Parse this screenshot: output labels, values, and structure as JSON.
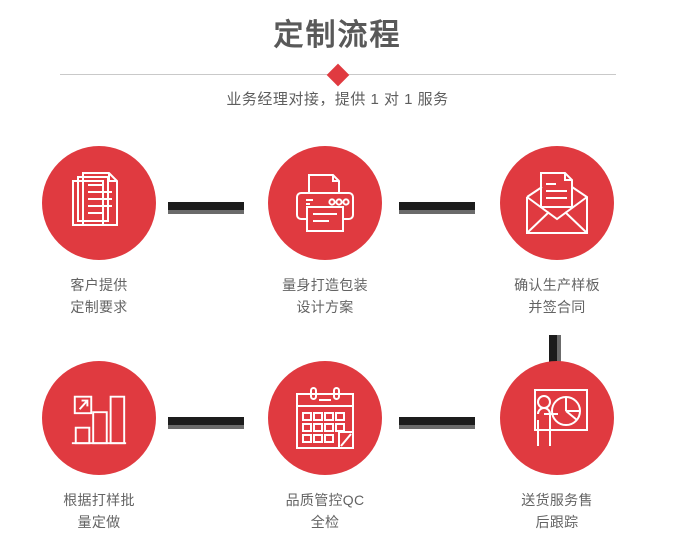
{
  "header": {
    "title": "定制流程",
    "subtitle": "业务经理对接，提供 1 对 1 服务",
    "divider_icon": "diamond-marker"
  },
  "theme": {
    "accent_red": "#E03A40",
    "title_gray": "#595959",
    "label_gray": "#636363",
    "connector_dark": "#1C1C1C",
    "connector_shadow": "#6B6B6B",
    "divider_line": "#C9C9C9",
    "background": "#FFFFFF"
  },
  "flow": {
    "steps": [
      {
        "index": 1,
        "icon": "documents-stack-icon",
        "label": "客户提供\n定制要求"
      },
      {
        "index": 2,
        "icon": "printer-icon",
        "label": "量身打造包装\n设计方案"
      },
      {
        "index": 3,
        "icon": "envelope-letter-icon",
        "label": "确认生产样板\n并签合同"
      },
      {
        "index": 4,
        "icon": "bar-chart-growth-icon",
        "label": "根据打样批\n量定做"
      },
      {
        "index": 5,
        "icon": "calendar-icon",
        "label": "品质管控QC\n全检"
      },
      {
        "index": 6,
        "icon": "presentation-pie-chart-icon",
        "label": "送货服务售\n后跟踪"
      }
    ],
    "connectors": [
      {
        "name": "connector-step1-step2",
        "orientation": "horizontal"
      },
      {
        "name": "connector-step2-step3",
        "orientation": "horizontal"
      },
      {
        "name": "connector-step3-step6",
        "orientation": "vertical"
      },
      {
        "name": "connector-step4-step5",
        "orientation": "horizontal"
      },
      {
        "name": "connector-step5-step6",
        "orientation": "horizontal"
      }
    ]
  }
}
